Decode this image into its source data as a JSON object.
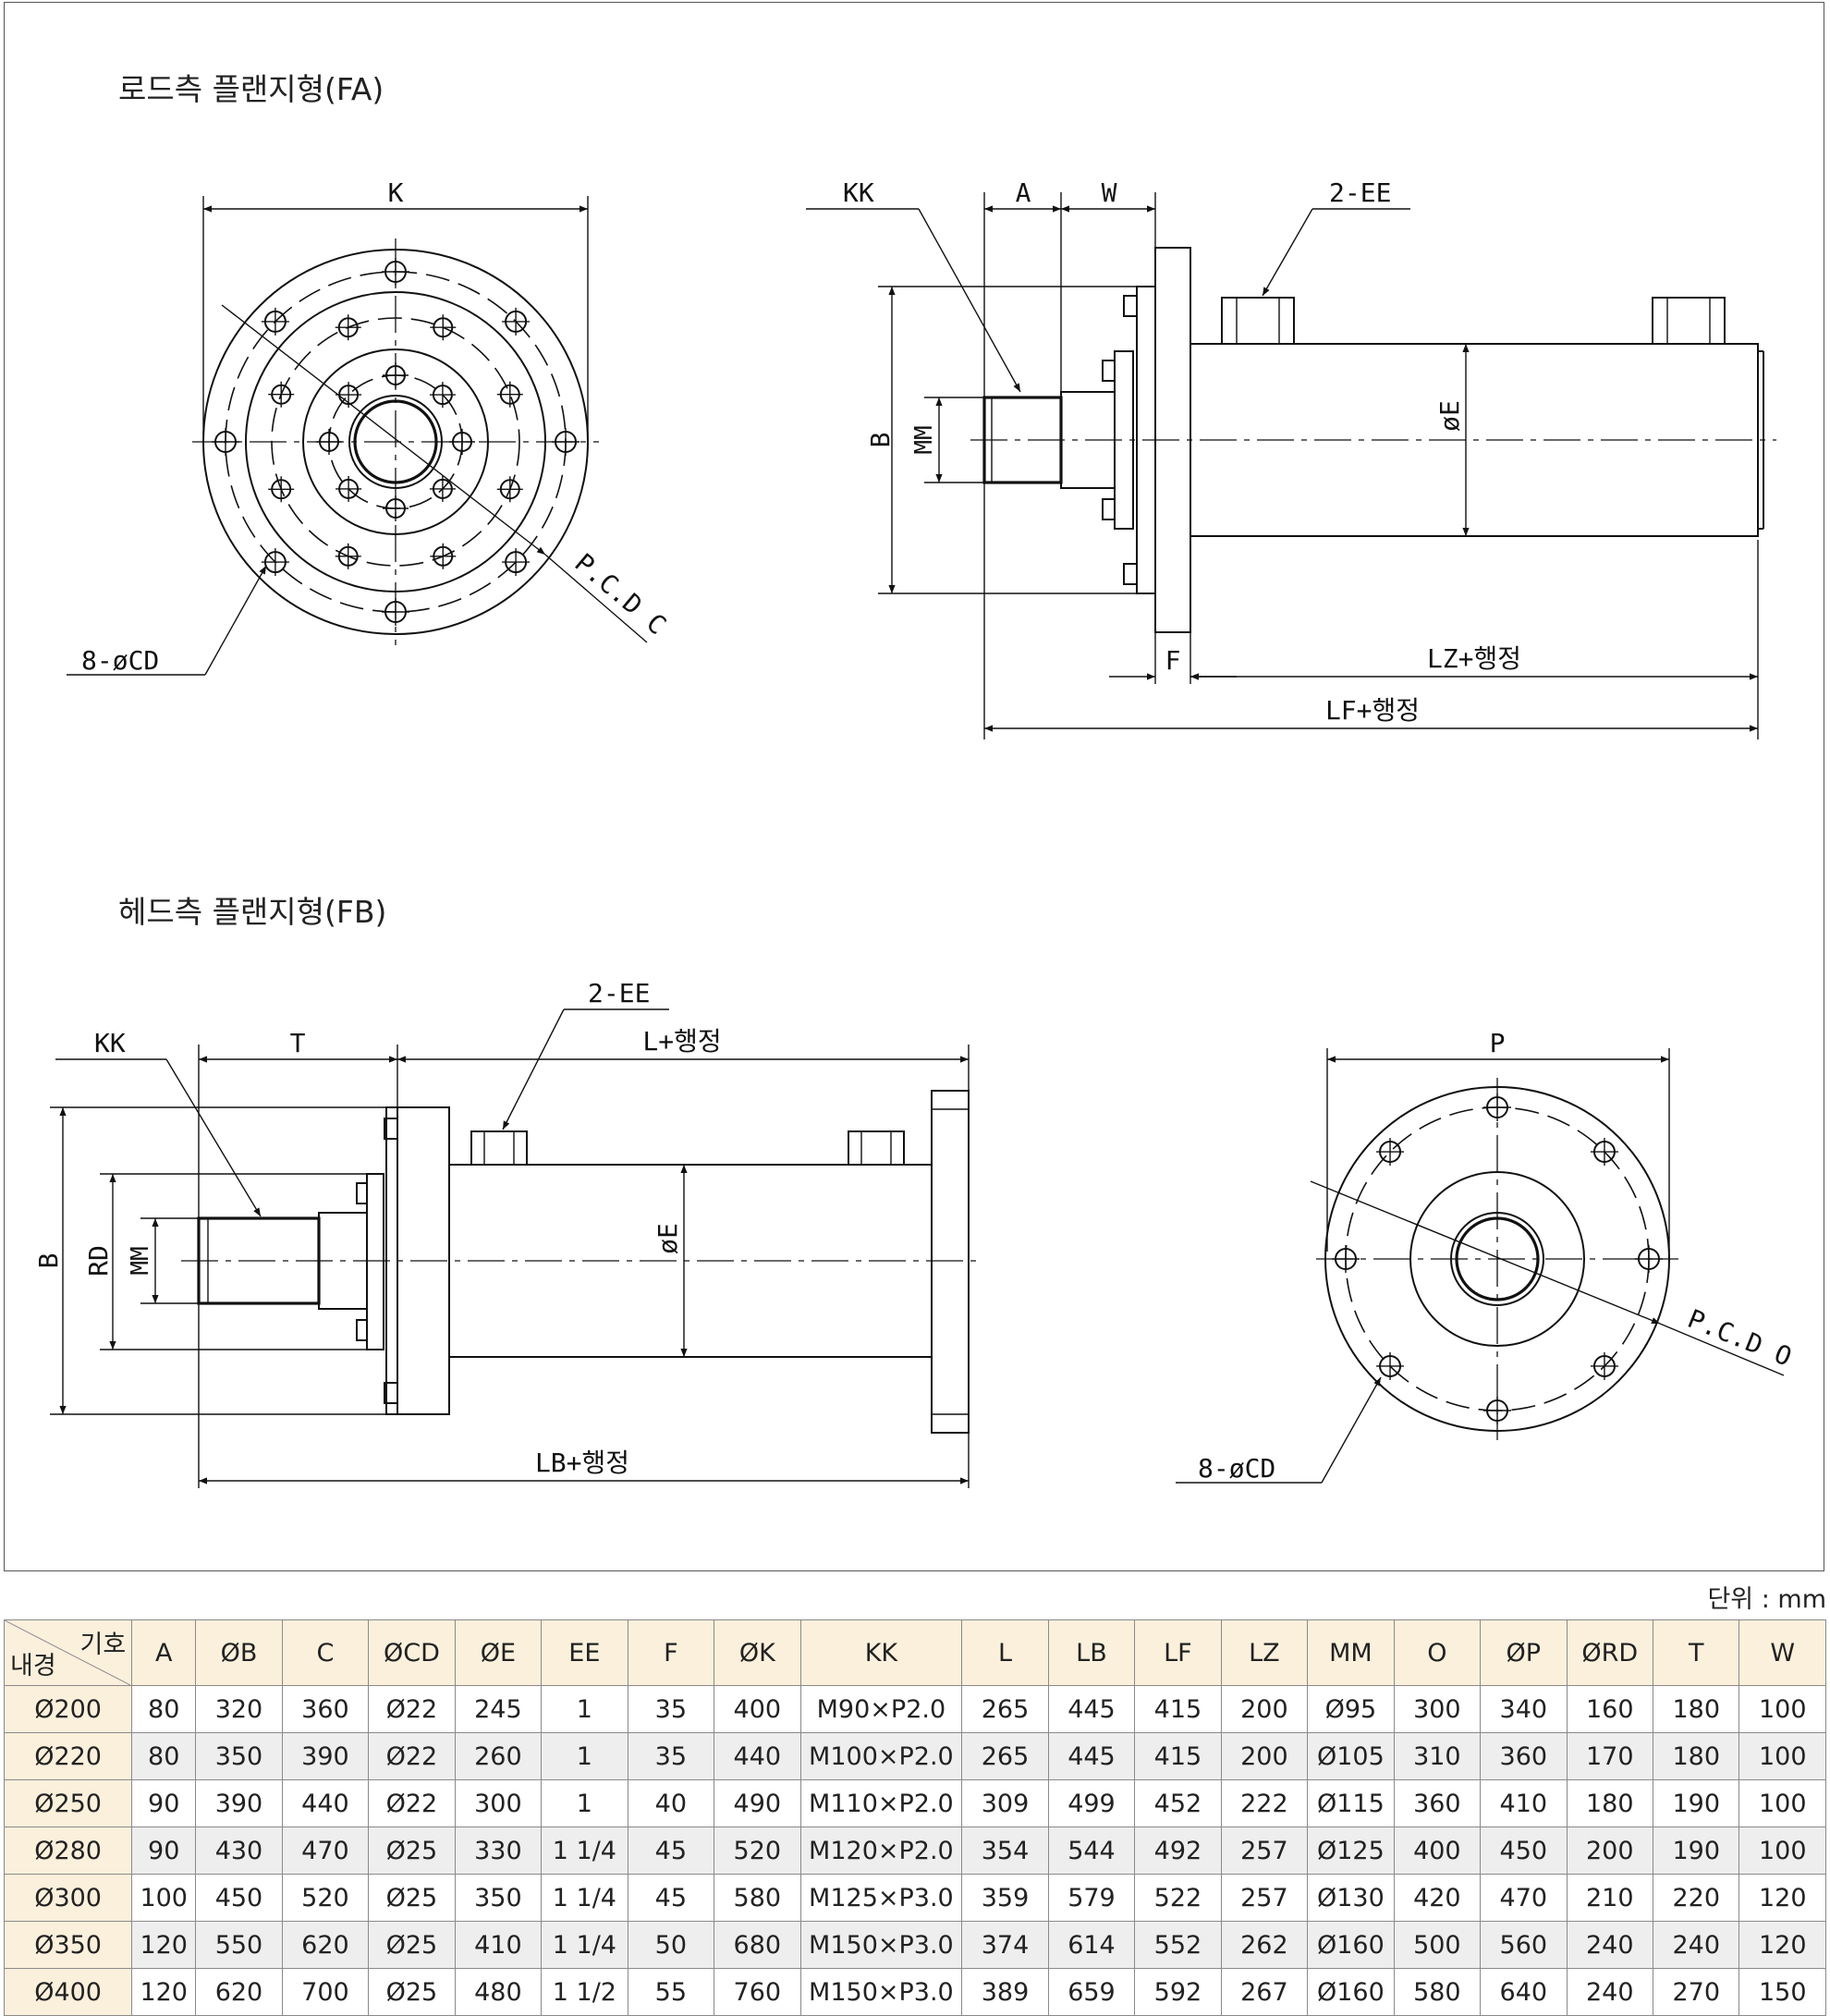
{
  "drawing": {
    "fa_title": "로드측 플랜지형(FA)",
    "fb_title": "헤드측 플랜지형(FB)",
    "labels": {
      "K": "K",
      "KK": "KK",
      "A": "A",
      "W": "W",
      "EE2": "2-EE",
      "B": "B",
      "MM": "MM",
      "E": "øE",
      "PCDC": "P.C.D C",
      "CD8": "8-øCD",
      "F": "F",
      "LZ": "LZ+행정",
      "LF": "LF+행정",
      "T": "T",
      "L": "L+행정",
      "RD": "RD",
      "LB": "LB+행정",
      "P": "P",
      "PCDO": "P.C.D O"
    }
  },
  "table": {
    "unit": "단위 : mm",
    "corner_top": "기호",
    "corner_bottom": "내경",
    "columns": [
      "A",
      "ØB",
      "C",
      "ØCD",
      "ØE",
      "EE",
      "F",
      "ØK",
      "KK",
      "L",
      "LB",
      "LF",
      "LZ",
      "MM",
      "O",
      "ØP",
      "ØRD",
      "T",
      "W"
    ],
    "rows": [
      {
        "bore": "Ø200",
        "cells": [
          "80",
          "320",
          "360",
          "Ø22",
          "245",
          "1",
          "35",
          "400",
          "M90×P2.0",
          "265",
          "445",
          "415",
          "200",
          "Ø95",
          "300",
          "340",
          "160",
          "180",
          "100"
        ]
      },
      {
        "bore": "Ø220",
        "cells": [
          "80",
          "350",
          "390",
          "Ø22",
          "260",
          "1",
          "35",
          "440",
          "M100×P2.0",
          "265",
          "445",
          "415",
          "200",
          "Ø105",
          "310",
          "360",
          "170",
          "180",
          "100"
        ]
      },
      {
        "bore": "Ø250",
        "cells": [
          "90",
          "390",
          "440",
          "Ø22",
          "300",
          "1",
          "40",
          "490",
          "M110×P2.0",
          "309",
          "499",
          "452",
          "222",
          "Ø115",
          "360",
          "410",
          "180",
          "190",
          "100"
        ]
      },
      {
        "bore": "Ø280",
        "cells": [
          "90",
          "430",
          "470",
          "Ø25",
          "330",
          "1 1/4",
          "45",
          "520",
          "M120×P2.0",
          "354",
          "544",
          "492",
          "257",
          "Ø125",
          "400",
          "450",
          "200",
          "190",
          "100"
        ]
      },
      {
        "bore": "Ø300",
        "cells": [
          "100",
          "450",
          "520",
          "Ø25",
          "350",
          "1 1/4",
          "45",
          "580",
          "M125×P3.0",
          "359",
          "579",
          "522",
          "257",
          "Ø130",
          "420",
          "470",
          "210",
          "220",
          "120"
        ]
      },
      {
        "bore": "Ø350",
        "cells": [
          "120",
          "550",
          "620",
          "Ø25",
          "410",
          "1 1/4",
          "50",
          "680",
          "M150×P3.0",
          "374",
          "614",
          "552",
          "262",
          "Ø160",
          "500",
          "560",
          "240",
          "240",
          "120"
        ]
      },
      {
        "bore": "Ø400",
        "cells": [
          "120",
          "620",
          "700",
          "Ø25",
          "480",
          "1 1/2",
          "55",
          "760",
          "M150×P3.0",
          "389",
          "659",
          "592",
          "267",
          "Ø160",
          "580",
          "640",
          "240",
          "270",
          "150"
        ]
      }
    ]
  }
}
